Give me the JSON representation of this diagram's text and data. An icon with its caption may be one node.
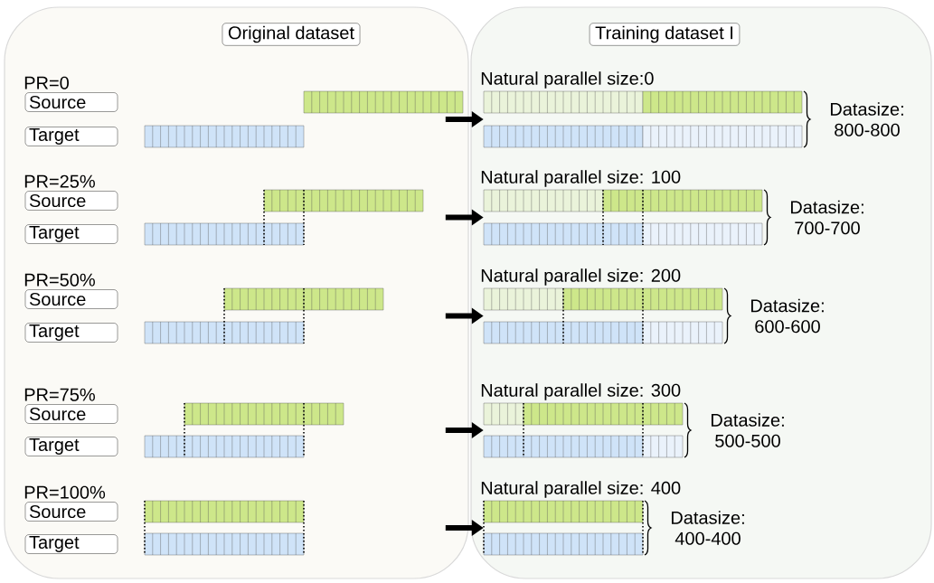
{
  "diagram": {
    "nodes": [
      {
        "text": [],
        "shape": "box"
      },
      {
        "text": [
          "Original dataset"
        ],
        "in": 0
      },
      {
        "text": [
          "Source"
        ],
        "in": 0
      },
      {
        "text": [
          "Target"
        ],
        "in": 0
      },
      {
        "text": [
          "Source"
        ],
        "in": 0
      },
      {
        "text": [
          "Target"
        ],
        "in": 0
      },
      {
        "text": [
          "Source"
        ],
        "in": 0
      },
      {
        "text": [
          "Target"
        ],
        "in": 0
      },
      {
        "text": [
          "Source"
        ],
        "in": 0
      },
      {
        "text": [
          "Target"
        ],
        "in": 0
      },
      {
        "text": [
          "Source"
        ],
        "in": 0
      },
      {
        "text": [
          "Target"
        ],
        "in": 0
      },
      {
        "text": [],
        "shape": "box"
      },
      {
        "text": [
          "Training dataset I"
        ],
        "in": 12
      },
      {
        "text": [],
        "shape": "bar",
        "beside": [
          "Natural parallel size:0",
          "Datasize: 800-800"
        ],
        "in": 12
      },
      {
        "text": [],
        "shape": "bar",
        "beside": [
          "Natural parallel size: 100",
          "Datasize: 700-700"
        ],
        "in": 12
      },
      {
        "text": [],
        "shape": "bar",
        "beside": [
          "Natural parallel size: 200",
          "Datasize: 600-600"
        ],
        "in": 12
      },
      {
        "text": [],
        "shape": "bar",
        "beside": [
          "Natural parallel size: 300",
          "Datasize: 500-500"
        ],
        "in": 12
      },
      {
        "text": [],
        "shape": "bar",
        "beside": [
          "Natural parallel size: 400",
          "Datasize: 400-400"
        ],
        "in": 12
      }
    ],
    "edges": [
      {
        "from": null,
        "to": 14,
        "arrow": "to"
      },
      {
        "from": null,
        "to": 15,
        "arrow": "to"
      },
      {
        "from": null,
        "to": 16,
        "arrow": "to"
      },
      {
        "from": null,
        "to": 17,
        "arrow": "to"
      },
      {
        "from": null,
        "to": 18,
        "arrow": "to"
      }
    ],
    "labels": [
      "PR=0",
      "PR=25%",
      "PR=50%",
      "PR=75%",
      "PR=100%"
    ]
  }
}
